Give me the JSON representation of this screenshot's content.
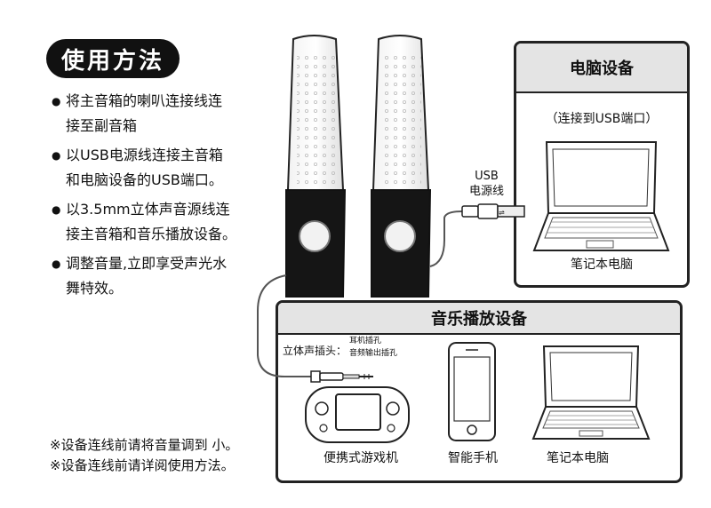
{
  "title": "使用方法",
  "steps": [
    {
      "line1": "将主音箱的喇叭连接线连",
      "line2": "接至副音箱"
    },
    {
      "line1": "以USB电源线连接主音箱",
      "line2": "和电脑设备的USB端口。"
    },
    {
      "line1": "以3.5mm立体声音源线连",
      "line2": "接主音箱和音乐播放设备。"
    },
    {
      "line1": "调整音量,立即享受声光水",
      "line2": "舞特效。"
    }
  ],
  "notes": [
    "※设备连线前请将音量调到  小。",
    "※设备连线前请详阅使用方法。"
  ],
  "pc_box": {
    "title": "电脑设备",
    "subtitle": "（连接到USB端口）",
    "device_label": "笔记本电脑"
  },
  "usb_label": {
    "line1": "USB",
    "line2": "电源线"
  },
  "music_box": {
    "title": "音乐播放设备",
    "jack_label": "立体声插头：",
    "jack_option1": "耳机插孔",
    "jack_option2": "音频输出插孔",
    "devices": [
      "便携式游戏机",
      "智能手机",
      "笔记本电脑"
    ]
  }
}
